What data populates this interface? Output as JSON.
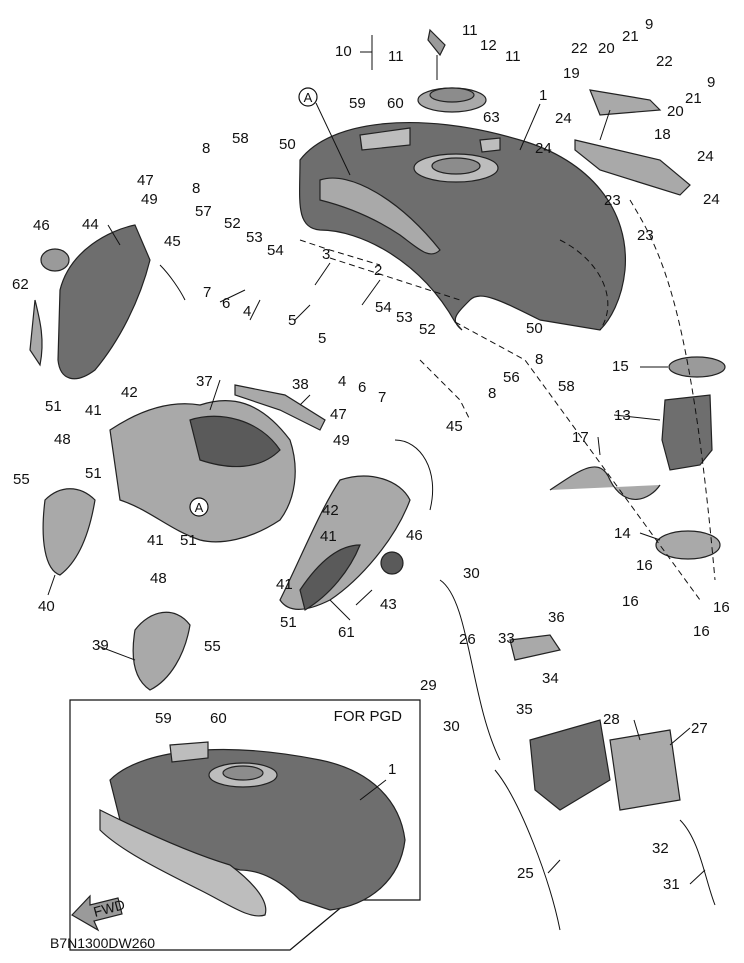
{
  "diagram": {
    "drawing_code": "B7N1300DW260",
    "inset_label": "FOR PGD",
    "fwd_label": "FWD",
    "ref_letter": "A",
    "callouts": [
      "1",
      "3",
      "2",
      "4",
      "5",
      "6",
      "7",
      "8",
      "9",
      "10",
      "11",
      "12",
      "13",
      "14",
      "15",
      "16",
      "17",
      "18",
      "19",
      "20",
      "21",
      "22",
      "23",
      "24",
      "25",
      "26",
      "27",
      "28",
      "29",
      "30",
      "31",
      "32",
      "33",
      "34",
      "35",
      "36",
      "37",
      "38",
      "39",
      "40",
      "41",
      "42",
      "43",
      "44",
      "45",
      "46",
      "47",
      "48",
      "49",
      "50",
      "51",
      "52",
      "53",
      "54",
      "55",
      "56",
      "57",
      "58",
      "59",
      "60",
      "61",
      "62",
      "63"
    ]
  }
}
